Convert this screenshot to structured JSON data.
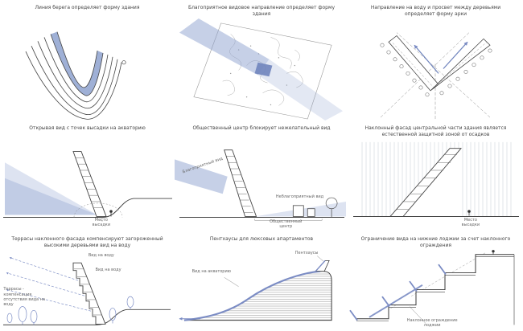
{
  "sheet": {
    "background": "#ffffff"
  },
  "colors": {
    "accent_blue": "#7b8cc4",
    "fill_blue": "#8ea2cf",
    "line": "#3a3a3a"
  },
  "panels": [
    {
      "id": "shoreline",
      "caption": "Линия берега определяет форму здания"
    },
    {
      "id": "view-direction",
      "caption": "Благоприятное видовое направление определяет форму здания"
    },
    {
      "id": "arch",
      "caption": "Направление на воду и просвет между деревьями определяет форму арки"
    },
    {
      "id": "dropoff-view",
      "caption": "Открывая вид с точек высадки на акваторию",
      "labels": {
        "dropoff": "Место высадки"
      }
    },
    {
      "id": "public-center",
      "caption": "Общественный центр блокирует нежелательный вид",
      "labels": {
        "favorable": "Благоприятный вид",
        "unfavorable": "Неблагоприятный вид",
        "center": "Общественный центр"
      }
    },
    {
      "id": "rain-protection",
      "caption": "Наклонный фасад центральной части здания является естественной защитной зоной от осадков",
      "labels": {
        "dropoff": "Место высадки"
      }
    },
    {
      "id": "terraces",
      "caption": "Террасы наклонного фасада компенсируют загороженный высокими деревьями вид на воду",
      "labels": {
        "view_top": "Вид на воду",
        "view_mid": "Вид на воду",
        "terraces": "Террасы - компенсация отсутствия вида на воду"
      }
    },
    {
      "id": "penthouses",
      "caption": "Пентхаусы для люксовых апартаментов",
      "labels": {
        "water": "Вид на акваторию",
        "penthouse": "Пентхаусы"
      }
    },
    {
      "id": "loggia-railing",
      "caption": "Ограничение вида на нижние лоджии за счет наклонного ограждения",
      "labels": {
        "railing": "Наклонное ограждение лоджии"
      }
    }
  ]
}
